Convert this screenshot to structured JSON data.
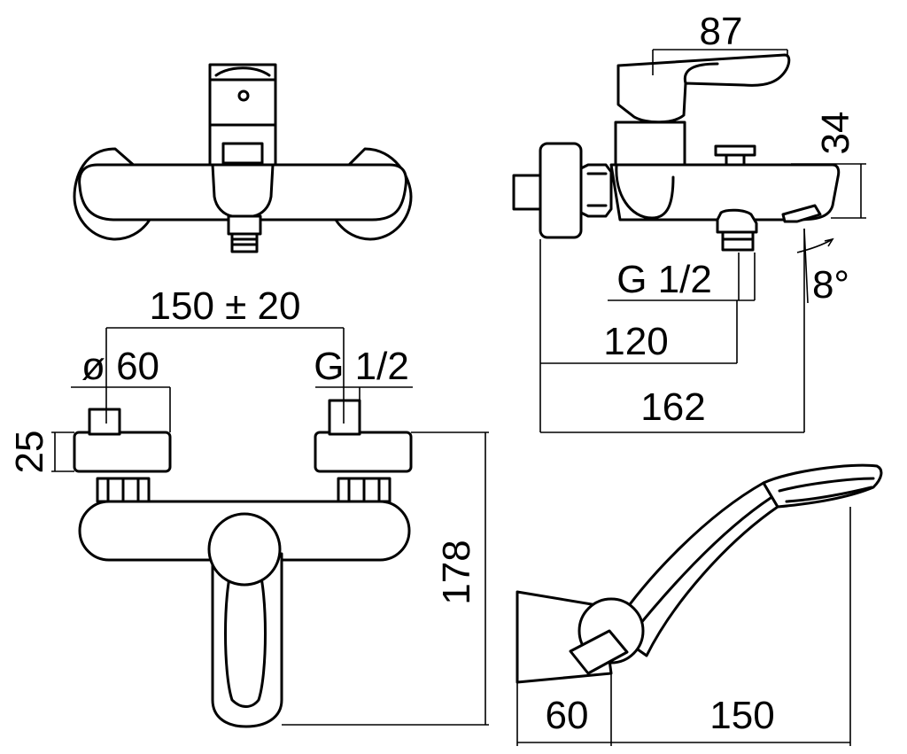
{
  "dimensions": {
    "top_width_spout": "87",
    "spout_height": "34",
    "outlet_angle": "8°",
    "side_thread": "G 1/2",
    "depth_inlet": "120",
    "depth_total": "162",
    "center_distance": "150 ± 20",
    "cover_diameter": "ø 60",
    "front_thread": "G 1/2",
    "connector_height": "25",
    "total_height": "178",
    "holder_depth": "60",
    "shower_length": "150"
  }
}
